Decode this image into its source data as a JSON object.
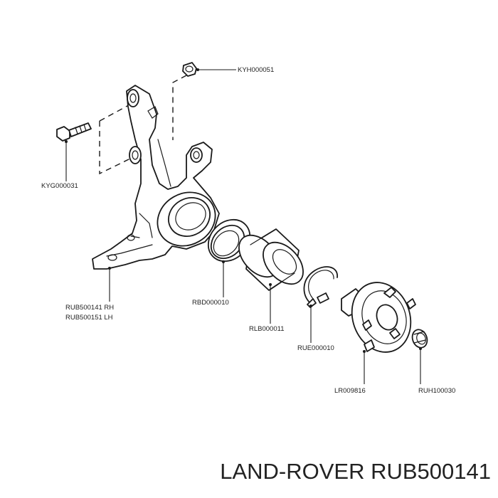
{
  "brand_caption": "LAND-ROVER RUB500141",
  "callouts": {
    "nut": "KYH000051",
    "bolt": "KYG000031",
    "knuckle_rh": "RUB500141 RH",
    "knuckle_lh": "RUB500151 LH",
    "seal": "RBD000010",
    "bearing": "RLB000011",
    "circlip": "RUE000010",
    "hub": "LR009816",
    "hub_nut": "RUH100030"
  },
  "colors": {
    "ink": "#1a1a1a",
    "background": "#ffffff"
  }
}
